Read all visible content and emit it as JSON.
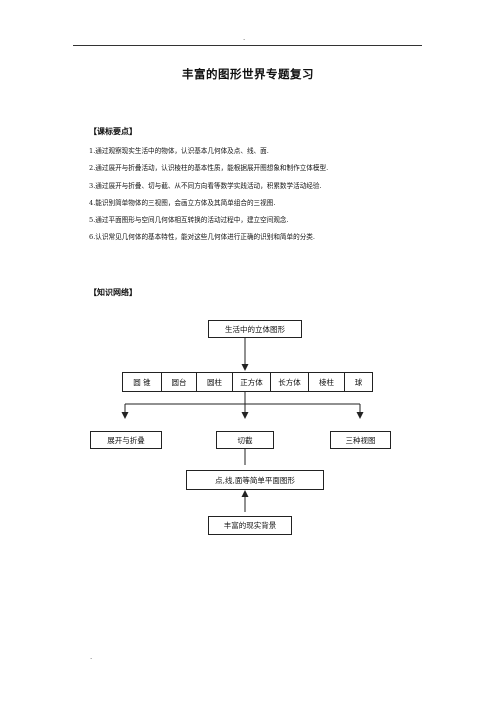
{
  "header": {
    "mark": "."
  },
  "footer": {
    "mark": "."
  },
  "title": "丰富的图形世界专题复习",
  "sections": {
    "objectives_heading": "【课标要点】",
    "network_heading": "【知识网络】"
  },
  "objectives": [
    "1.通过观察现实生活中的物体，认识基本几何体及点、线、面.",
    "2.通过展开与折叠活动，认识棱柱的基本性质，能根据展开图想象和制作立体模型.",
    "3.通过展开与折叠、切与截、从不同方向看等数学实践活动，积累数学活动经验.",
    "4.能识别简单物体的三视图，会画立方体及其简单组合的三视图.",
    "5.通过平面图形与空间几何体相互转换的活动过程中，建立空间观念.",
    "6.认识常见几何体的基本特性，能对这些几何体进行正确的识别和简单的分类."
  ],
  "diagram": {
    "top": "生活中的立体图形",
    "solids": [
      "圆 锥",
      "圆台",
      "圆柱",
      "正方体",
      "长方体",
      "棱柱",
      "球"
    ],
    "left": "展开与折叠",
    "middle": "切截",
    "right": "三种视图",
    "center": "点,线,面等简单平面图形",
    "bottom": "丰富的现实背景"
  }
}
